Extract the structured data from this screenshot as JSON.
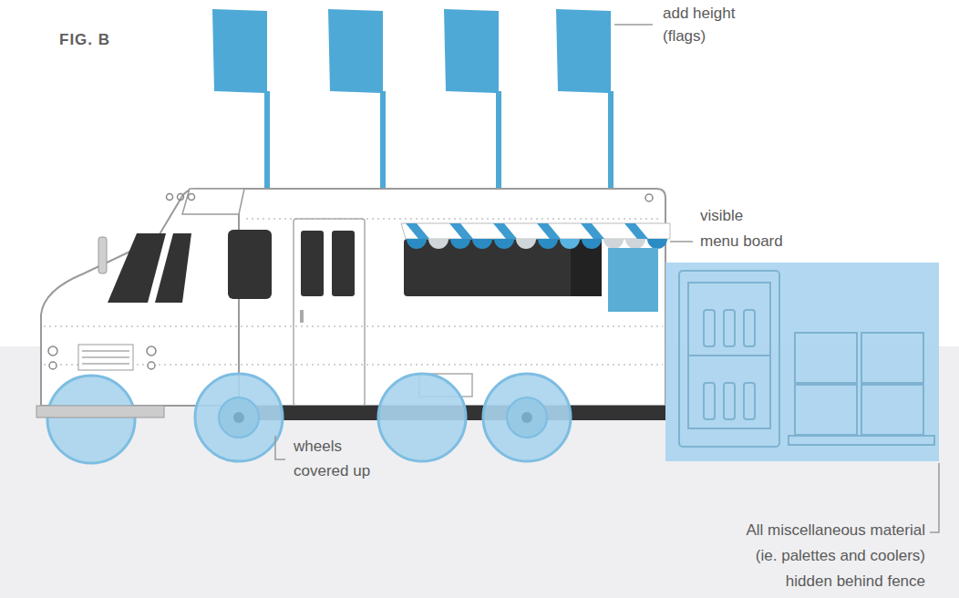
{
  "diagram": {
    "title": "FIG. B",
    "labels": [
      "add height (flags)",
      "visible menu board",
      "wheels covered up",
      "All miscellaneous material (ie. palettes and coolers) hidden behind fence"
    ]
  }
}
